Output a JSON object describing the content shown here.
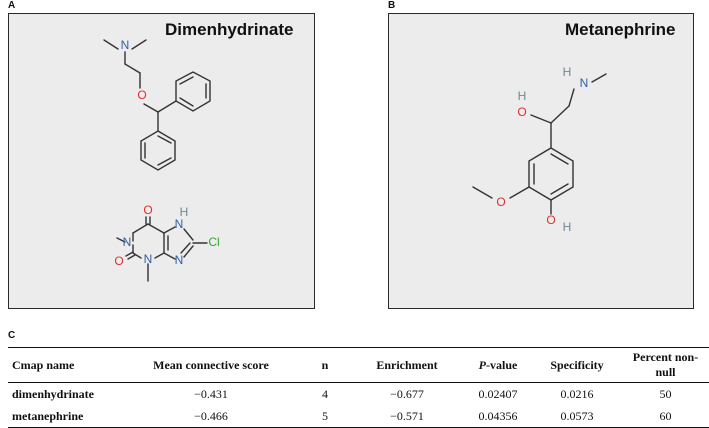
{
  "panels": {
    "a": {
      "letter": "A",
      "title": "Dimenhydrinate"
    },
    "b": {
      "letter": "B",
      "title": "Metanephrine"
    },
    "c": {
      "letter": "C"
    }
  },
  "atoms": {
    "N": "N",
    "O": "O",
    "H": "H",
    "Cl": "Cl"
  },
  "table": {
    "headers": {
      "cmap_name": "Cmap name",
      "mean_score": "Mean connective score",
      "n": "n",
      "enrichment": "Enrichment",
      "p_italic": "P",
      "p_rest": "-value",
      "specificity": "Specificity",
      "percent": "Percent non-null"
    },
    "rows": [
      {
        "name": "dimenhydrinate",
        "mean": "−0.431",
        "n": "4",
        "enrichment": "−0.677",
        "p": "0.02407",
        "spec": "0.0216",
        "pct": "50"
      },
      {
        "name": "metanephrine",
        "mean": "−0.466",
        "n": "5",
        "enrichment": "−0.571",
        "p": "0.04356",
        "spec": "0.0573",
        "pct": "60"
      }
    ]
  }
}
